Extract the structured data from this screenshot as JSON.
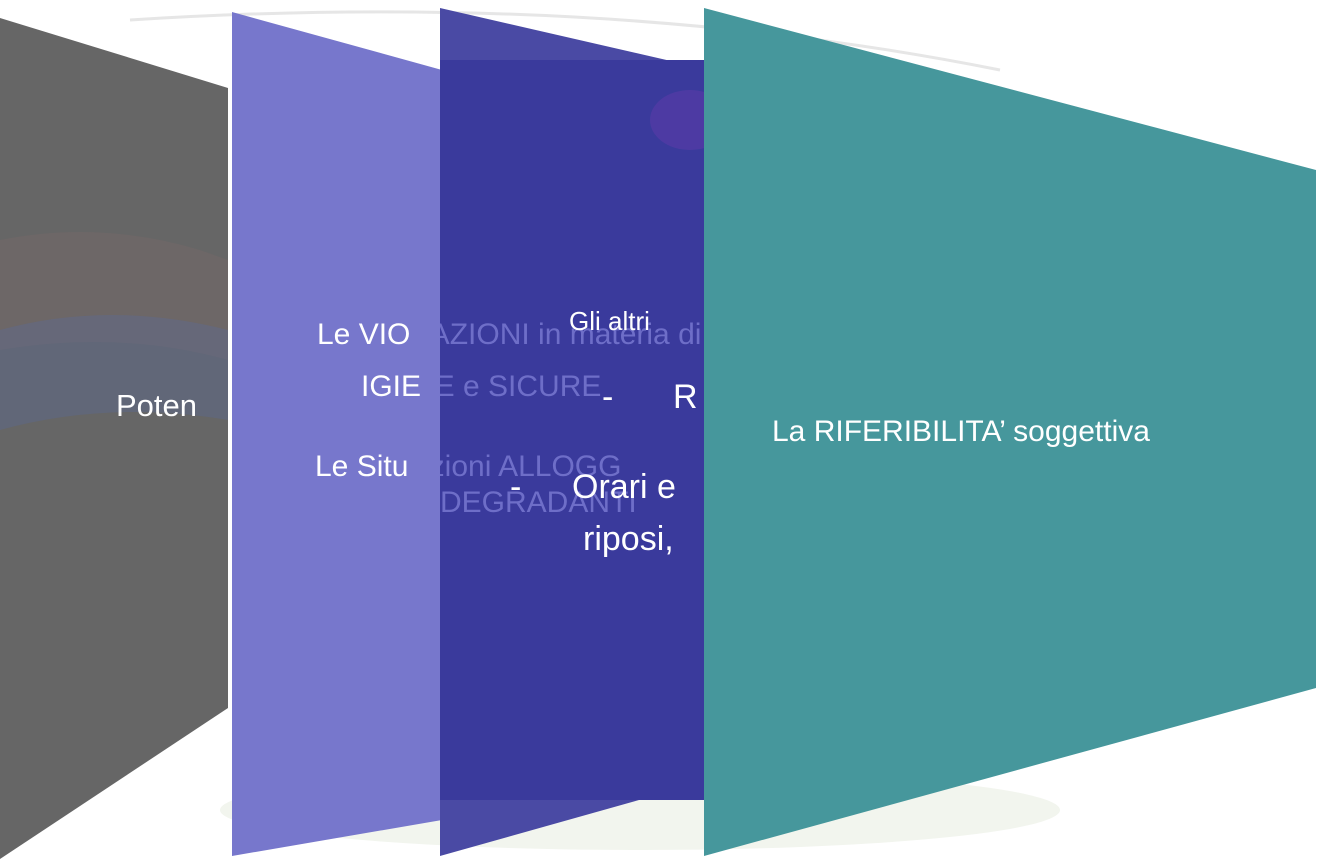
{
  "slide": {
    "background_color": "#ffffff",
    "panels": [
      {
        "id": "panel-1",
        "color": "#666666",
        "lines": [
          "Poten"
        ]
      },
      {
        "id": "panel-2",
        "color": "#7777cc",
        "lines": [
          "Le VIO",
          "IGIE",
          "Le Situ"
        ],
        "faded_lines": [
          "LAZIONI in materia di",
          "NE e SICURE",
          "azioni ALLOGG",
          "DEGRADANTI"
        ]
      },
      {
        "id": "panel-3",
        "color": "#3a3a9c",
        "lines": [
          "Gli altri",
          "-",
          "R",
          "-",
          "Orari e",
          "riposi,"
        ]
      },
      {
        "id": "panel-4",
        "color": "#46979c",
        "lines": [
          "La RIFERIBILITA’ soggettiva"
        ]
      }
    ]
  }
}
